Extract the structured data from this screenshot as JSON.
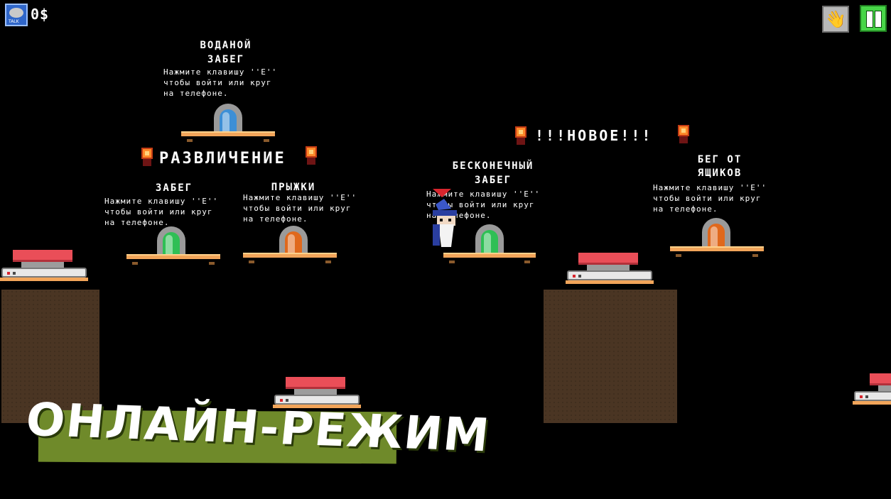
{
  "hud": {
    "chat_icon_label": "TALK",
    "money": "0$",
    "wave_icon": "waving-hand-icon",
    "pause_icon": "pause-icon"
  },
  "zones": {
    "water_race": {
      "title_line1": "ВОДАНОЙ",
      "title_line2": "ЗАБЕГ",
      "hint": "Нажмите клавишу ''E''\nчтобы войти или круг\nна телефоне."
    },
    "fun_header": "РАЗВЛИЧЕНИЕ",
    "race": {
      "title": "ЗАБЕГ",
      "hint": "Нажмите клавишу ''E''\nчтобы войти или круг\nна телефоне."
    },
    "jumps": {
      "title": "ПРЫЖКИ",
      "hint": "Нажмите клавишу ''E''\nчтобы войти или круг\nна телефоне."
    },
    "new_header": "!!!НОВОЕ!!!",
    "endless": {
      "title_line1": "БЕСКОНЕЧНЫЙ",
      "title_line2": "ЗАБЕГ",
      "hint": "Нажмите клавишу ''E''\nчтобы войти или круг\nна телефоне."
    },
    "box_run": {
      "title_line1": "БЕГ ОТ",
      "title_line2": "ЯЩИКОВ",
      "hint": "Нажмите клавишу ''E''\nчтобы войти или круг\nна телефоне."
    }
  },
  "colors": {
    "door_blue": "#3d8fd6",
    "door_green": "#2fbf55",
    "door_orange": "#e0681c",
    "banner": "#6f8a2a"
  },
  "banner": {
    "text": "ОНЛАЙН-РЕЖИМ"
  }
}
